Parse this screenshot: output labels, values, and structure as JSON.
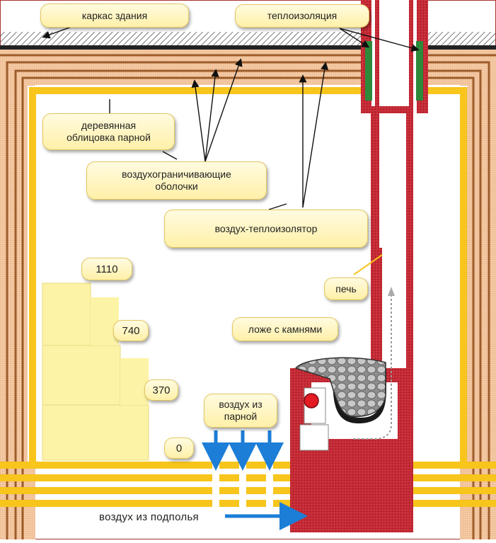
{
  "labels": {
    "frame": "каркас здания",
    "insulation": "теплоизоляция",
    "wood_lining": [
      "деревянная",
      "облицовка парной"
    ],
    "air_shells": [
      "воздухограничивающие",
      "оболочки"
    ],
    "air_insulator": "воздух-теплоизолятор",
    "stove": "печь",
    "stone_bed": "ложе с камнями",
    "air_from_room": [
      "воздух из",
      "парной"
    ],
    "air_from_underfloor": "воздух из подполья"
  },
  "levels": [
    "1110",
    "740",
    "370",
    "0"
  ],
  "colors": {
    "wood_board": "#f7c51c",
    "insulation_band": "#f2c8a4",
    "insulation_brown": "#9c5c2a",
    "stove_red": "#bf2430",
    "green_insulation": "#2d8a3a",
    "arrow_blue": "#1c7ed6",
    "bench": "#fdf3a6"
  }
}
